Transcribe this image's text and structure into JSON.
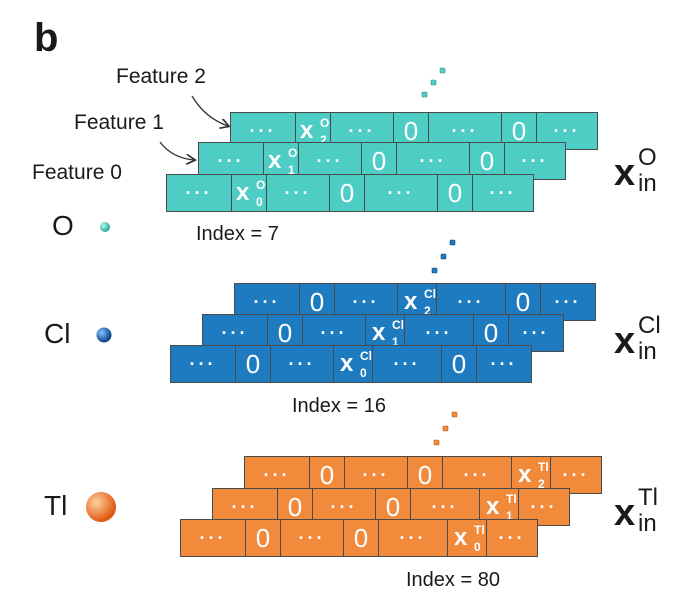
{
  "panel_label": "b",
  "feature_labels": [
    "Feature 2",
    "Feature 1",
    "Feature 0"
  ],
  "colors": {
    "O": "#4ecdc4",
    "Cl": "#1f7bbf",
    "Tl": "#f28a3c"
  },
  "cell_dots": "···",
  "groups": [
    {
      "element": "O",
      "index_label": "Index = 7",
      "x_main": "x",
      "x_sup": "O",
      "x_sub": "in",
      "rows": [
        [
          "···",
          "x|2|O",
          "···",
          "0",
          "···",
          "0",
          "···"
        ],
        [
          "···",
          "x|1|O",
          "···",
          "0",
          "···",
          "0",
          "···"
        ],
        [
          "···",
          "x|0|O",
          "···",
          "0",
          "···",
          "0",
          "···"
        ]
      ]
    },
    {
      "element": "Cl",
      "index_label": "Index = 16",
      "x_main": "x",
      "x_sup": "Cl",
      "x_sub": "in",
      "rows": [
        [
          "···",
          "0",
          "···",
          "x|2|Cl",
          "···",
          "0",
          "···"
        ],
        [
          "···",
          "0",
          "···",
          "x|1|Cl",
          "···",
          "0",
          "···"
        ],
        [
          "···",
          "0",
          "···",
          "x|0|Cl",
          "···",
          "0",
          "···"
        ]
      ]
    },
    {
      "element": "Tl",
      "index_label": "Index = 80",
      "x_main": "x",
      "x_sup": "Tl",
      "x_sub": "in",
      "rows": [
        [
          "···",
          "0",
          "···",
          "0",
          "···",
          "x|2|Tl",
          "···"
        ],
        [
          "···",
          "0",
          "···",
          "0",
          "···",
          "x|1|Tl",
          "···"
        ],
        [
          "···",
          "0",
          "···",
          "0",
          "···",
          "x|0|Tl",
          "···"
        ]
      ]
    }
  ]
}
